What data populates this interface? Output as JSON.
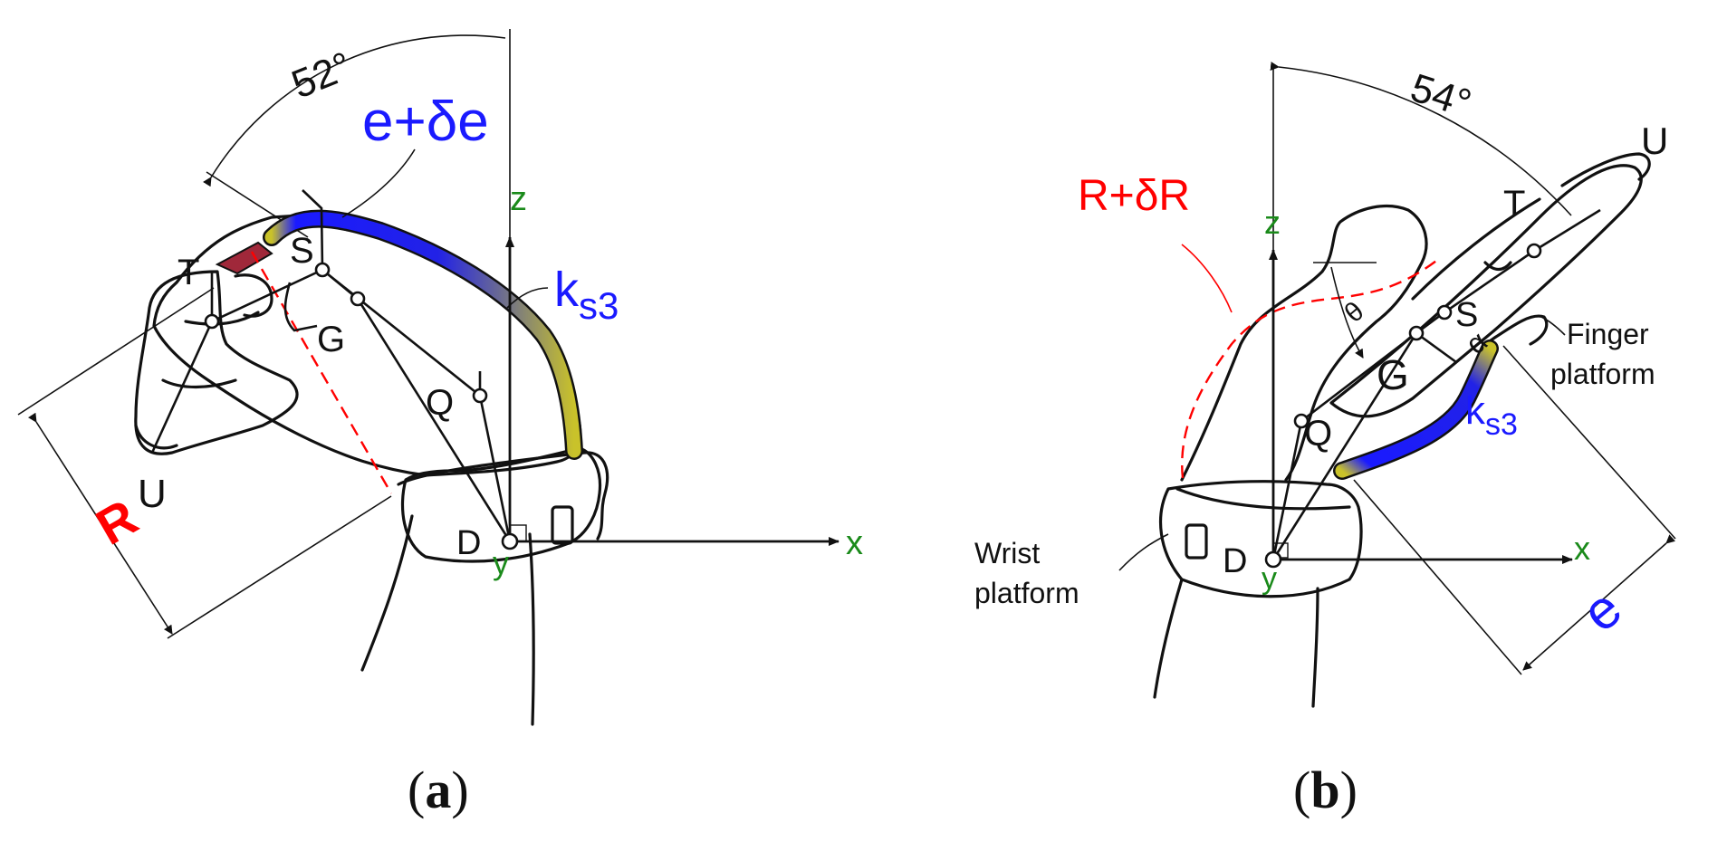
{
  "panel_a": {
    "angle": "52°",
    "cable_label": "e+δe",
    "spring_label": "k",
    "spring_sub": "s3",
    "points": {
      "T": "T",
      "S": "S",
      "G": "G",
      "Q": "Q",
      "U": "U",
      "D": "D"
    },
    "axes": {
      "z": "z",
      "x": "x",
      "y": "y"
    },
    "dimension": "R",
    "caption_open": "(",
    "caption_letter": "a",
    "caption_close": ")"
  },
  "panel_b": {
    "angle": "54°",
    "radius_label": "R+δR",
    "spring_label": "k",
    "spring_sub": "s3",
    "points": {
      "U": "U",
      "T": "T",
      "S": "S",
      "G": "G",
      "Q": "Q",
      "D": "D"
    },
    "angle_symbols": {
      "theta": "θ",
      "alpha": "α"
    },
    "axes": {
      "z": "z",
      "x": "x",
      "y": "y"
    },
    "dimension": "e",
    "finger_platform": [
      "Finger",
      "platform"
    ],
    "wrist_platform": [
      "Wrist",
      "platform"
    ],
    "caption_open": "(",
    "caption_letter": "b",
    "caption_close": ")"
  },
  "colors": {
    "cable_blue": "#1a1aff",
    "cable_yellow": "#c9c22a",
    "radius_red": "#ff0000",
    "axis_green": "#1a8a1a",
    "tip_pad": "#a0283a",
    "outline": "#111111"
  }
}
